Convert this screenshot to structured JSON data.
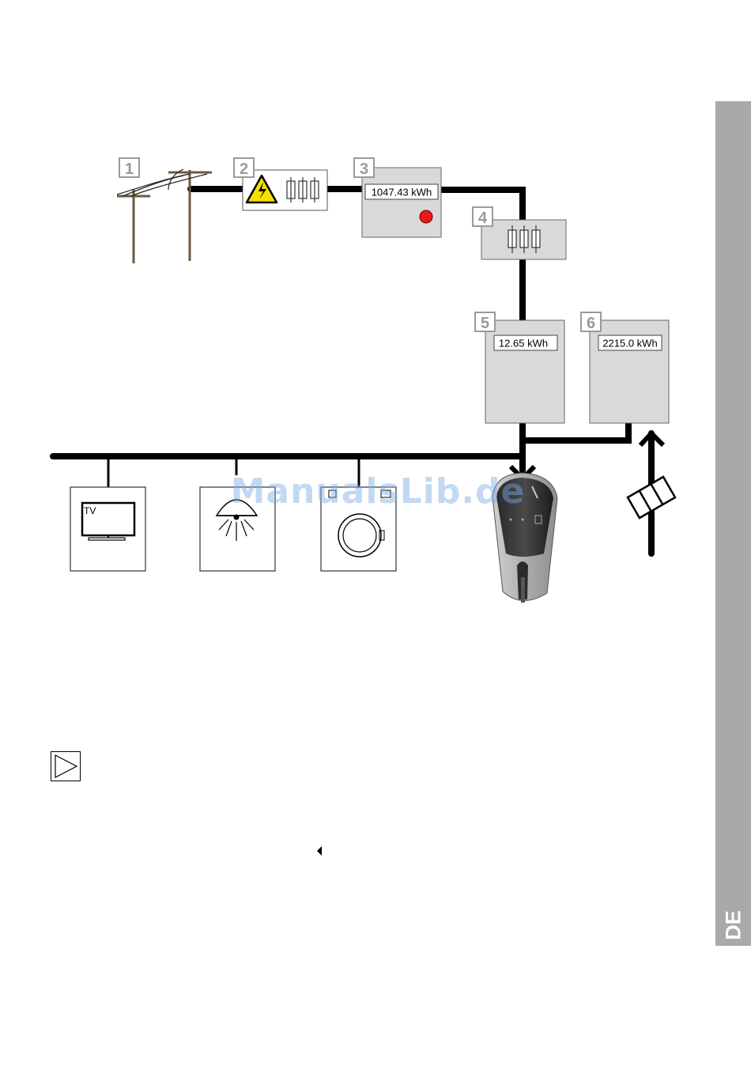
{
  "nodes": {
    "n1": {
      "label": "1"
    },
    "n2": {
      "label": "2"
    },
    "n3": {
      "label": "3",
      "reading": "1047.43 kWh"
    },
    "n4": {
      "label": "4"
    },
    "n5": {
      "label": "5",
      "reading": "12.65 kWh"
    },
    "n6": {
      "label": "6",
      "reading": "2215.0 kWh"
    }
  },
  "devices": {
    "tv_label": "TV"
  },
  "watermark": "ManualsLib.de",
  "side_tab": {
    "label": "DE"
  },
  "icons": {
    "utility_pole": "utility-pole-icon",
    "high_voltage": "high-voltage-icon",
    "fuse": "fuse-icon",
    "meter_led": "meter-led-icon",
    "tv": "tv-icon",
    "lamp": "ceiling-lamp-icon",
    "washing_machine": "washing-machine-icon",
    "wallbox": "ev-wallbox-icon",
    "solar": "solar-panel-icon",
    "play": "play-icon",
    "back": "back-arrow-icon"
  },
  "colors": {
    "line": "#000000",
    "box_fill": "#d9d9d9",
    "label_box": "#9a9a9a",
    "pole": "#6b5a3c",
    "warning": "#f5e000",
    "led": "#e8191c",
    "side_tab": "#a9a9a9"
  }
}
